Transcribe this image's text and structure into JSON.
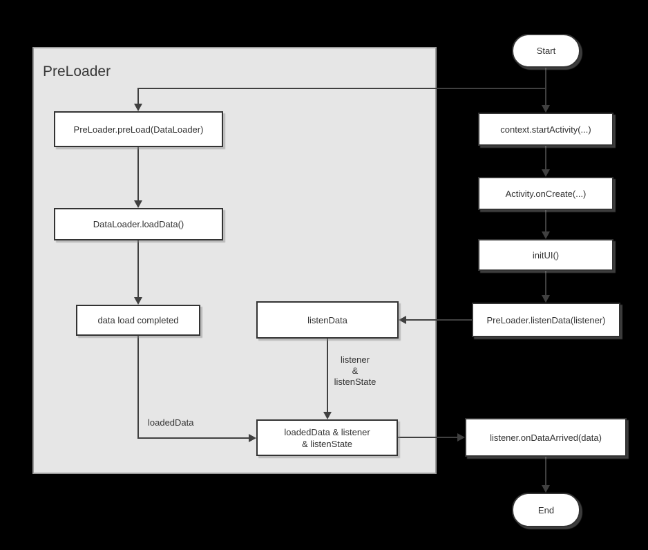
{
  "diagram": {
    "group": {
      "title": "PreLoader"
    },
    "nodes": {
      "start": {
        "label": "Start",
        "shape": "terminal"
      },
      "preload": {
        "label": "PreLoader.preLoad(DataLoader)",
        "shape": "process"
      },
      "load_data": {
        "label": "DataLoader.loadData()",
        "shape": "process"
      },
      "data_load_completed": {
        "label": "data load completed",
        "shape": "process"
      },
      "listen_data": {
        "label": "listenData",
        "shape": "process"
      },
      "merge_state": {
        "label": "loadedData & listener\n& listenState",
        "shape": "process"
      },
      "context_start_activity": {
        "label": "context.startActivity(...)",
        "shape": "process"
      },
      "activity_on_create": {
        "label": "Activity.onCreate(...)",
        "shape": "process"
      },
      "init_ui": {
        "label": "initUI()",
        "shape": "process"
      },
      "preloader_listen_data": {
        "label": "PreLoader.listenData(listener)",
        "shape": "process"
      },
      "listener_on_data_arrived": {
        "label": "listener.onDataArrived(data)",
        "shape": "process"
      },
      "end": {
        "label": "End",
        "shape": "terminal"
      }
    },
    "edge_labels": {
      "loaded_data": "loadedData",
      "listener_and_state": "listener\n&\nlistenState"
    },
    "colors": {
      "background": "#000000",
      "group_fill": "#e6e6e6",
      "group_border": "#9c9c9c",
      "node_fill": "#ffffff",
      "node_border": "#333333",
      "connector": "#404040",
      "text": "#333333"
    }
  }
}
